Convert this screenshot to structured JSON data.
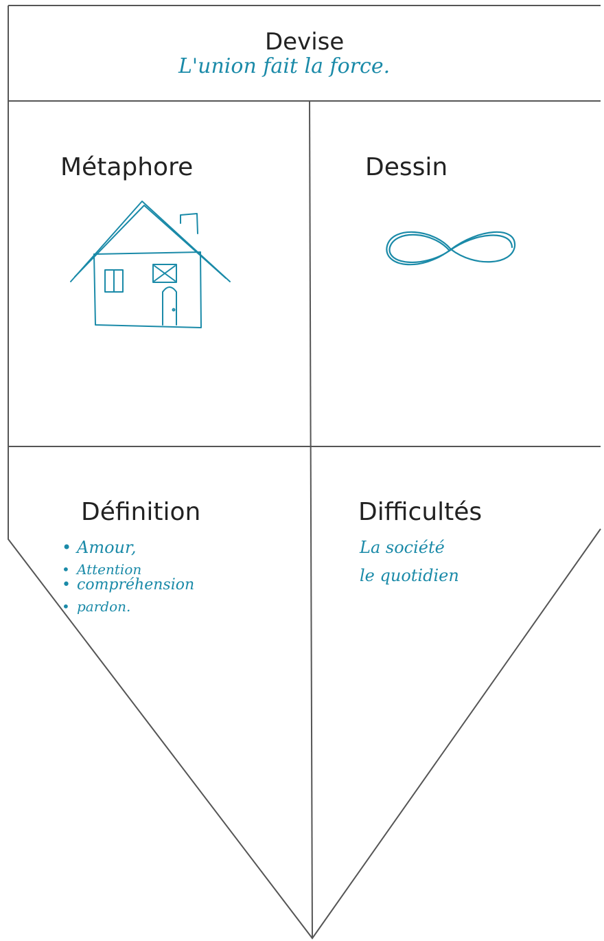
{
  "header": {
    "title": "Devise",
    "motto": "L'union fait la force."
  },
  "panels": {
    "metaphor": {
      "title": "Métaphore",
      "drawing": "house-drawing"
    },
    "drawing": {
      "title": "Dessin",
      "drawing": "infinity-drawing"
    },
    "definition": {
      "title": "Définition",
      "items": [
        "Amour,",
        "Attention",
        "compréhension",
        "pardon."
      ]
    },
    "difficulties": {
      "title": "Difficultés",
      "lines": [
        "La société",
        "le quotidien"
      ]
    }
  },
  "colors": {
    "ink": "#1a8aa8",
    "line": "#555555",
    "text": "#222222"
  }
}
